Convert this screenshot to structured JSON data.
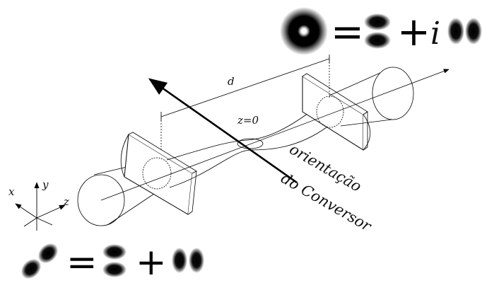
{
  "labels": {
    "d": "d",
    "z0": "z=0",
    "axis_x": "x",
    "axis_y": "y",
    "axis_z": "z",
    "orientation_line1": "orientação",
    "orientation_line2": "do Conversor"
  },
  "equation_top": {
    "eq": "=",
    "plus": "+",
    "imag": "i"
  },
  "equation_bottom": {
    "eq": "=",
    "plus": "+"
  },
  "colors": {
    "line": "#000000",
    "mode": "#000000",
    "background": "#ffffff"
  }
}
